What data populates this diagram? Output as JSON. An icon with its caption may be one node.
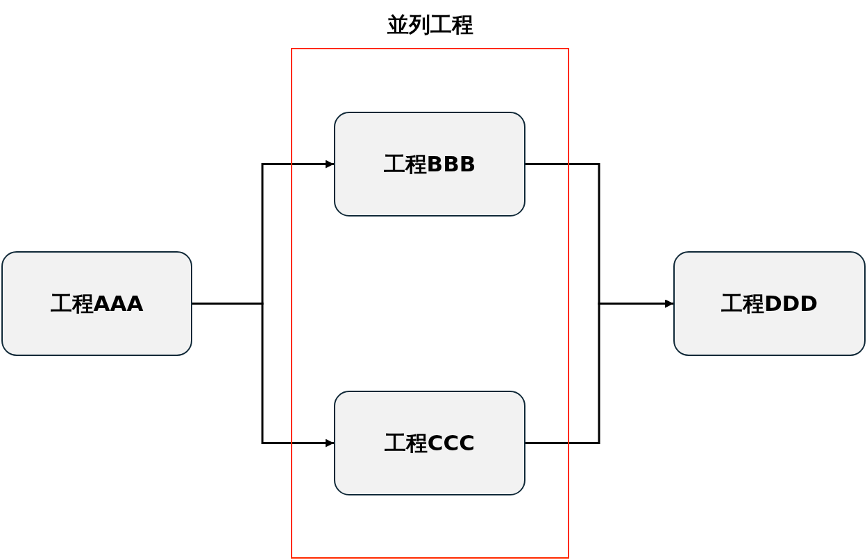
{
  "diagram": {
    "nodes": [
      {
        "text": [
          "工程AAA"
        ]
      },
      {
        "text": [
          "並列工程"
        ]
      },
      {
        "text": [
          "工程BBB"
        ],
        "in": 1
      },
      {
        "text": [
          "工程CCC"
        ],
        "in": 1
      },
      {
        "text": [
          "工程DDD"
        ]
      }
    ],
    "edges": [
      {
        "from": 0,
        "to": 2,
        "arrow": "to"
      },
      {
        "from": 0,
        "to": 3,
        "arrow": "to"
      },
      {
        "from": 2,
        "to": 4,
        "arrow": "to"
      },
      {
        "from": 3,
        "to": 4,
        "arrow": "to"
      }
    ]
  }
}
